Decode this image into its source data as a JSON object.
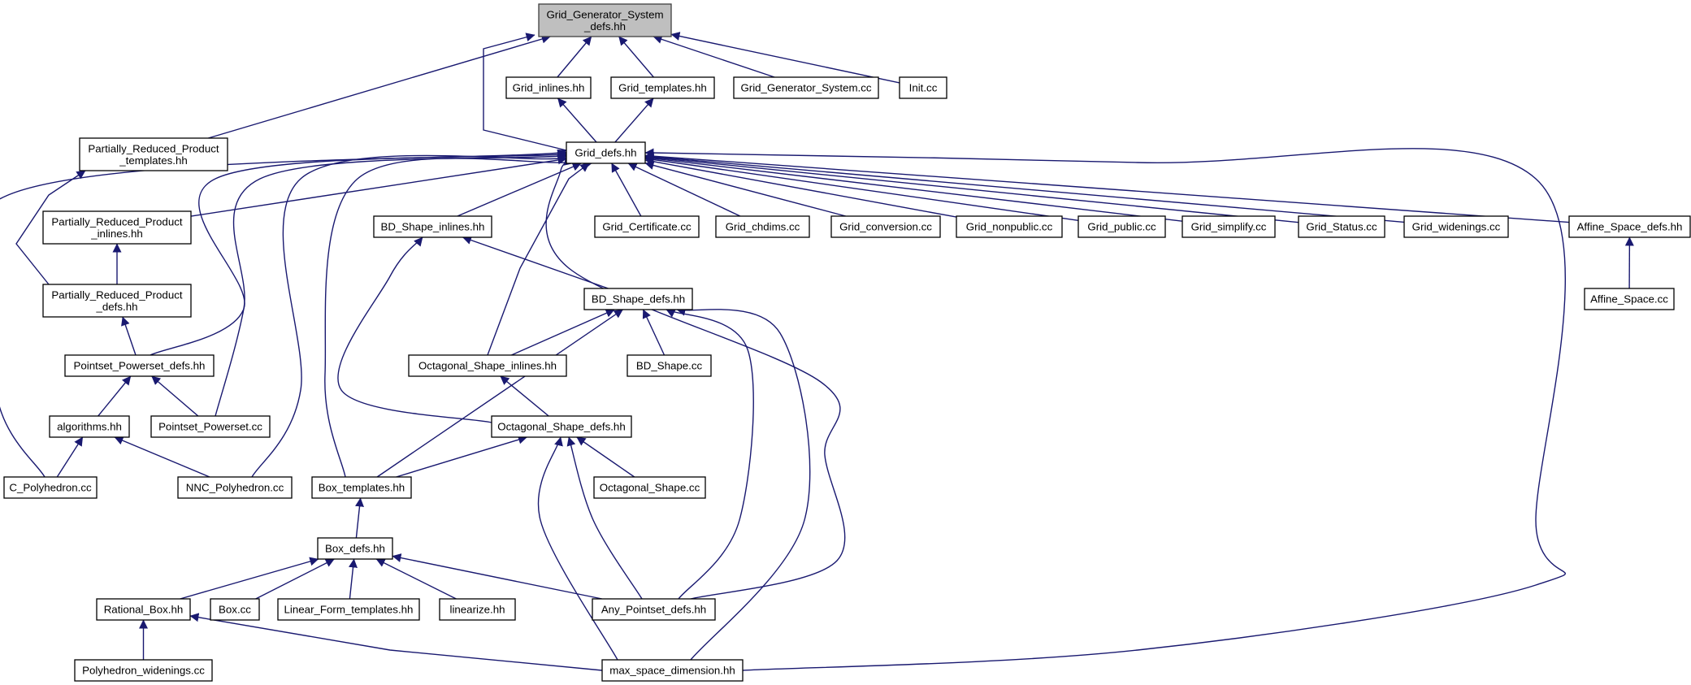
{
  "graph": {
    "root": "root",
    "colors": {
      "edge": "#191970",
      "node_border": "#000000",
      "root_fill": "#bfbfbf",
      "node_fill": "#ffffff"
    },
    "nodes": [
      {
        "id": "root",
        "lines": [
          "Grid_Generator_System",
          "_defs.hh"
        ]
      },
      {
        "id": "grid_inlines",
        "lines": [
          "Grid_inlines.hh"
        ]
      },
      {
        "id": "grid_templates",
        "lines": [
          "Grid_templates.hh"
        ]
      },
      {
        "id": "grid_gen_sys_cc",
        "lines": [
          "Grid_Generator_System.cc"
        ]
      },
      {
        "id": "init_cc",
        "lines": [
          "Init.cc"
        ]
      },
      {
        "id": "prp_templates",
        "lines": [
          "Partially_Reduced_Product",
          "_templates.hh"
        ]
      },
      {
        "id": "grid_defs",
        "lines": [
          "Grid_defs.hh"
        ]
      },
      {
        "id": "prp_inlines",
        "lines": [
          "Partially_Reduced_Product",
          "_inlines.hh"
        ]
      },
      {
        "id": "bd_inlines",
        "lines": [
          "BD_Shape_inlines.hh"
        ]
      },
      {
        "id": "grid_certificate",
        "lines": [
          "Grid_Certificate.cc"
        ]
      },
      {
        "id": "grid_chdims",
        "lines": [
          "Grid_chdims.cc"
        ]
      },
      {
        "id": "grid_conversion",
        "lines": [
          "Grid_conversion.cc"
        ]
      },
      {
        "id": "grid_nonpublic",
        "lines": [
          "Grid_nonpublic.cc"
        ]
      },
      {
        "id": "grid_public",
        "lines": [
          "Grid_public.cc"
        ]
      },
      {
        "id": "grid_simplify",
        "lines": [
          "Grid_simplify.cc"
        ]
      },
      {
        "id": "grid_status",
        "lines": [
          "Grid_Status.cc"
        ]
      },
      {
        "id": "grid_widenings",
        "lines": [
          "Grid_widenings.cc"
        ]
      },
      {
        "id": "affine_defs",
        "lines": [
          "Affine_Space_defs.hh"
        ]
      },
      {
        "id": "prp_defs",
        "lines": [
          "Partially_Reduced_Product",
          "_defs.hh"
        ]
      },
      {
        "id": "bd_defs",
        "lines": [
          "BD_Shape_defs.hh"
        ]
      },
      {
        "id": "affine_cc",
        "lines": [
          "Affine_Space.cc"
        ]
      },
      {
        "id": "pp_defs",
        "lines": [
          "Pointset_Powerset_defs.hh"
        ]
      },
      {
        "id": "oct_inlines",
        "lines": [
          "Octagonal_Shape_inlines.hh"
        ]
      },
      {
        "id": "bd_cc",
        "lines": [
          "BD_Shape.cc"
        ]
      },
      {
        "id": "algorithms",
        "lines": [
          "algorithms.hh"
        ]
      },
      {
        "id": "pp_cc",
        "lines": [
          "Pointset_Powerset.cc"
        ]
      },
      {
        "id": "oct_defs",
        "lines": [
          "Octagonal_Shape_defs.hh"
        ]
      },
      {
        "id": "c_poly",
        "lines": [
          "C_Polyhedron.cc"
        ]
      },
      {
        "id": "nnc_poly",
        "lines": [
          "NNC_Polyhedron.cc"
        ]
      },
      {
        "id": "box_templates",
        "lines": [
          "Box_templates.hh"
        ]
      },
      {
        "id": "oct_cc",
        "lines": [
          "Octagonal_Shape.cc"
        ]
      },
      {
        "id": "box_defs",
        "lines": [
          "Box_defs.hh"
        ]
      },
      {
        "id": "rational_box",
        "lines": [
          "Rational_Box.hh"
        ]
      },
      {
        "id": "box_cc",
        "lines": [
          "Box.cc"
        ]
      },
      {
        "id": "linear_form",
        "lines": [
          "Linear_Form_templates.hh"
        ]
      },
      {
        "id": "linearize",
        "lines": [
          "linearize.hh"
        ]
      },
      {
        "id": "any_pointset",
        "lines": [
          "Any_Pointset_defs.hh"
        ]
      },
      {
        "id": "poly_widenings",
        "lines": [
          "Polyhedron_widenings.cc"
        ]
      },
      {
        "id": "max_space",
        "lines": [
          "max_space_dimension.hh"
        ]
      }
    ],
    "edges": [
      [
        "grid_inlines",
        "root"
      ],
      [
        "grid_templates",
        "root"
      ],
      [
        "grid_gen_sys_cc",
        "root"
      ],
      [
        "init_cc",
        "root"
      ],
      [
        "prp_templates",
        "root"
      ],
      [
        "grid_defs",
        "root"
      ],
      [
        "grid_defs",
        "grid_inlines"
      ],
      [
        "grid_defs",
        "grid_templates"
      ],
      [
        "prp_inlines",
        "grid_defs"
      ],
      [
        "bd_inlines",
        "grid_defs"
      ],
      [
        "grid_certificate",
        "grid_defs"
      ],
      [
        "grid_chdims",
        "grid_defs"
      ],
      [
        "grid_conversion",
        "grid_defs"
      ],
      [
        "grid_nonpublic",
        "grid_defs"
      ],
      [
        "grid_public",
        "grid_defs"
      ],
      [
        "grid_simplify",
        "grid_defs"
      ],
      [
        "grid_status",
        "grid_defs"
      ],
      [
        "grid_widenings",
        "grid_defs"
      ],
      [
        "affine_defs",
        "grid_defs"
      ],
      [
        "pp_defs",
        "grid_defs"
      ],
      [
        "c_poly",
        "grid_defs"
      ],
      [
        "pp_cc",
        "grid_defs"
      ],
      [
        "nnc_poly",
        "grid_defs"
      ],
      [
        "box_templates",
        "grid_defs"
      ],
      [
        "oct_inlines",
        "grid_defs"
      ],
      [
        "any_pointset",
        "grid_defs"
      ],
      [
        "max_space",
        "grid_defs"
      ],
      [
        "prp_defs",
        "prp_inlines"
      ],
      [
        "prp_defs",
        "prp_templates"
      ],
      [
        "pp_defs",
        "prp_defs"
      ],
      [
        "algorithms",
        "pp_defs"
      ],
      [
        "pp_cc",
        "pp_defs"
      ],
      [
        "c_poly",
        "algorithms"
      ],
      [
        "nnc_poly",
        "algorithms"
      ],
      [
        "affine_cc",
        "affine_defs"
      ],
      [
        "bd_defs",
        "bd_inlines"
      ],
      [
        "oct_defs",
        "bd_inlines"
      ],
      [
        "oct_inlines",
        "bd_defs"
      ],
      [
        "bd_cc",
        "bd_defs"
      ],
      [
        "box_templates",
        "bd_defs"
      ],
      [
        "any_pointset",
        "bd_defs"
      ],
      [
        "max_space",
        "bd_defs"
      ],
      [
        "oct_defs",
        "oct_inlines"
      ],
      [
        "box_templates",
        "oct_defs"
      ],
      [
        "oct_cc",
        "oct_defs"
      ],
      [
        "any_pointset",
        "oct_defs"
      ],
      [
        "max_space",
        "oct_defs"
      ],
      [
        "box_defs",
        "box_templates"
      ],
      [
        "rational_box",
        "box_defs"
      ],
      [
        "box_cc",
        "box_defs"
      ],
      [
        "linear_form",
        "box_defs"
      ],
      [
        "linearize",
        "box_defs"
      ],
      [
        "any_pointset",
        "box_defs"
      ],
      [
        "poly_widenings",
        "rational_box"
      ],
      [
        "max_space",
        "rational_box"
      ]
    ]
  }
}
